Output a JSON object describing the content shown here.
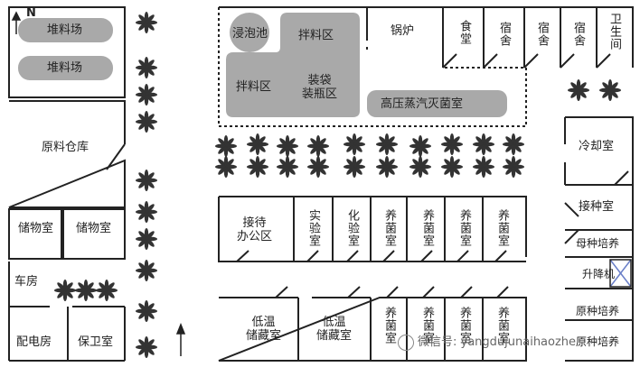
{
  "labels": {
    "north": "N",
    "stockyard_1": "堆料场",
    "stockyard_2": "堆料场",
    "raw_material_warehouse": "原料仓库",
    "storage_room_1": "储物室",
    "storage_room_2": "储物室",
    "garage": "车房",
    "power_room": "配电房",
    "guard_room": "保卫室",
    "soak_pool": "浸泡池",
    "mixing_area_1": "拌料区",
    "mixing_area_2": "拌料区",
    "bagging_area": "装袋\n装瓶区",
    "sterilization_room": "高压蒸汽灭菌室",
    "boiler": "锅炉",
    "canteen": "食堂",
    "dorm_1": "宿舍",
    "dorm_2": "宿舍",
    "dorm_3": "宿舍",
    "toilet": "卫生间",
    "cooling_room": "冷却室",
    "inoculation_room": "接种室",
    "mother_culture": "母种培养",
    "elevator": "升降机",
    "original_culture": "原种培养",
    "original_culture_2": "原种培养",
    "reception_office": "接待\n办公区",
    "lab": "实验室",
    "chem_lab": "化验室",
    "culture_room": "养菌室",
    "cold_storage_1": "低温\n储藏室",
    "cold_storage_2": "低温\n储藏室"
  },
  "watermark": "微信号: yangdujunaihaozhe",
  "colors": {
    "line": "#222222",
    "gray_fill": "#a9a9a9",
    "tree": "#333333",
    "elevator_x": "#6a7fc8"
  }
}
